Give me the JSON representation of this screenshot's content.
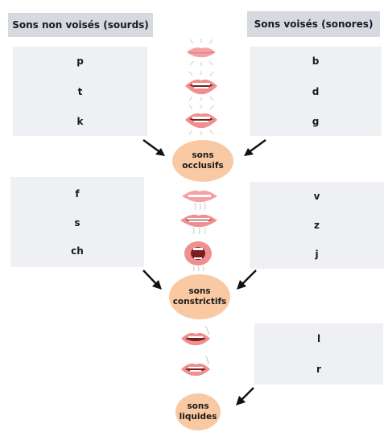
{
  "headers": {
    "unvoiced": "Sons non voisés (sourds)",
    "voiced": "Sons voisés (sonores)"
  },
  "groups": {
    "occlusifs": {
      "unvoiced": [
        "p",
        "t",
        "k"
      ],
      "voiced": [
        "b",
        "d",
        "g"
      ],
      "bubble_line1": "sons",
      "bubble_line2": "occlusifs"
    },
    "constrictifs": {
      "unvoiced": [
        "f",
        "s",
        "ch"
      ],
      "voiced": [
        "v",
        "z",
        "j"
      ],
      "bubble_line1": "sons",
      "bubble_line2": "constrictifs"
    },
    "liquides": {
      "voiced": [
        "l",
        "r"
      ],
      "bubble_line1": "sons",
      "bubble_line2": "liquides"
    }
  },
  "colors": {
    "header_bg": "#d6d9df",
    "box_bg": "#eef0f3",
    "bubble": "#f9c9a3",
    "lip": "#ef8f8f"
  },
  "icons": [
    "mouth-icon",
    "arrow-icon"
  ]
}
